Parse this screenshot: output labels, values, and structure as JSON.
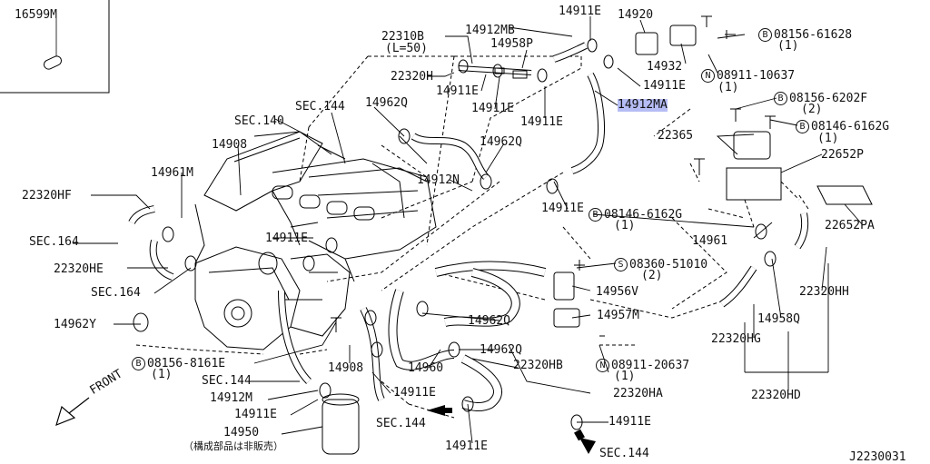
{
  "diagram": {
    "code": "J2230031",
    "front": "FRONT",
    "note_jp": "（構成部品は非販売）",
    "inset": {
      "part": "16599M"
    },
    "parts": {
      "p1": "22310B",
      "p2": "(L=50)",
      "p3": "14912MB",
      "p4": "14958P",
      "p5": "14911E",
      "p6": "14920",
      "p7": "08156-61628",
      "p8": "(1)",
      "p9": "14932",
      "p10": "08911-10637",
      "p11": "(1)",
      "p12": "22320H",
      "p13": "14911E",
      "p14": "14911E",
      "p15": "14911E",
      "p16": "14911E",
      "p17": "14912MA",
      "p18": "08156-6202F",
      "p19": "(2)",
      "p20": "08146-6162G",
      "p21": "(1)",
      "p22": "SEC.144",
      "p23": "14962Q",
      "p24": "SEC.140",
      "p25": "22365",
      "p26": "14908",
      "p27": "14962Q",
      "p28": "22652P",
      "p29": "14961M",
      "p30": "14912N",
      "p31": "22320HF",
      "p32": "14911E",
      "p33": "08146-6162G",
      "p34": "(1)",
      "p35": "22652PA",
      "p36": "SEC.164",
      "p37": "14911E",
      "p38": "14961",
      "p39": "22320HE",
      "p40": "08360-51010",
      "p41": "(2)",
      "p42": "SEC.164",
      "p43": "14956V",
      "p44": "22320HH",
      "p45": "14962Y",
      "p46": "14962Q",
      "p47": "14957M",
      "p48": "14958Q",
      "p49": "22320HG",
      "p50": "08156-8161E",
      "p51": "(1)",
      "p52": "14962Q",
      "p53": "14908",
      "p54": "14960",
      "p55": "22320HB",
      "p56": "08911-20637",
      "p57": "(1)",
      "p58": "SEC.144",
      "p59": "14912M",
      "p60": "14911E",
      "p61": "22320HA",
      "p62": "14911E",
      "p63": "22320HD",
      "p64": "SEC.144",
      "p65": "14950",
      "p66": "14911E",
      "p67": "14911E",
      "p68": "SEC.144"
    },
    "symbols": {
      "bolt": "B",
      "nut": "N",
      "screw": "S"
    }
  }
}
